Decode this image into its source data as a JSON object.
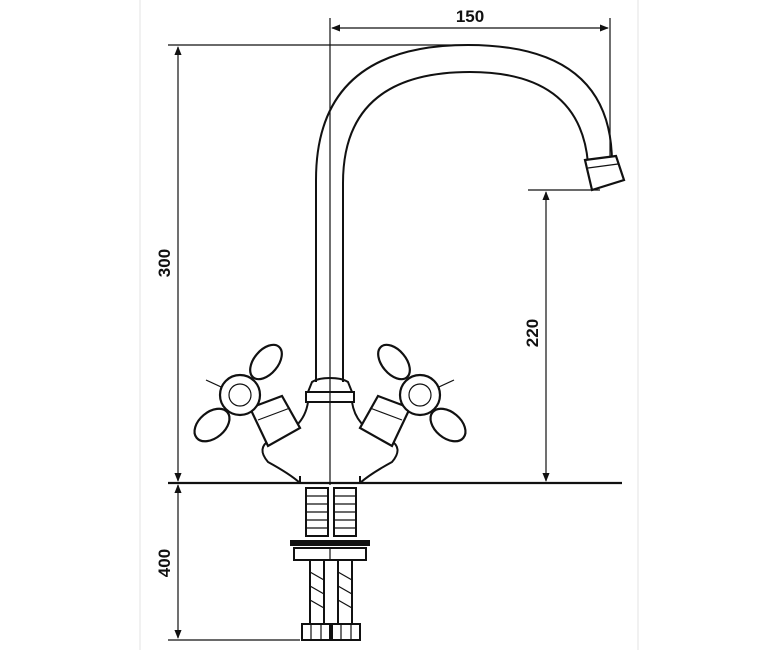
{
  "dimensions": {
    "spout_reach": "150",
    "total_height": "300",
    "spout_height": "220",
    "under_counter_length": "400"
  },
  "colors": {
    "line": "#111111",
    "background": "#ffffff"
  }
}
